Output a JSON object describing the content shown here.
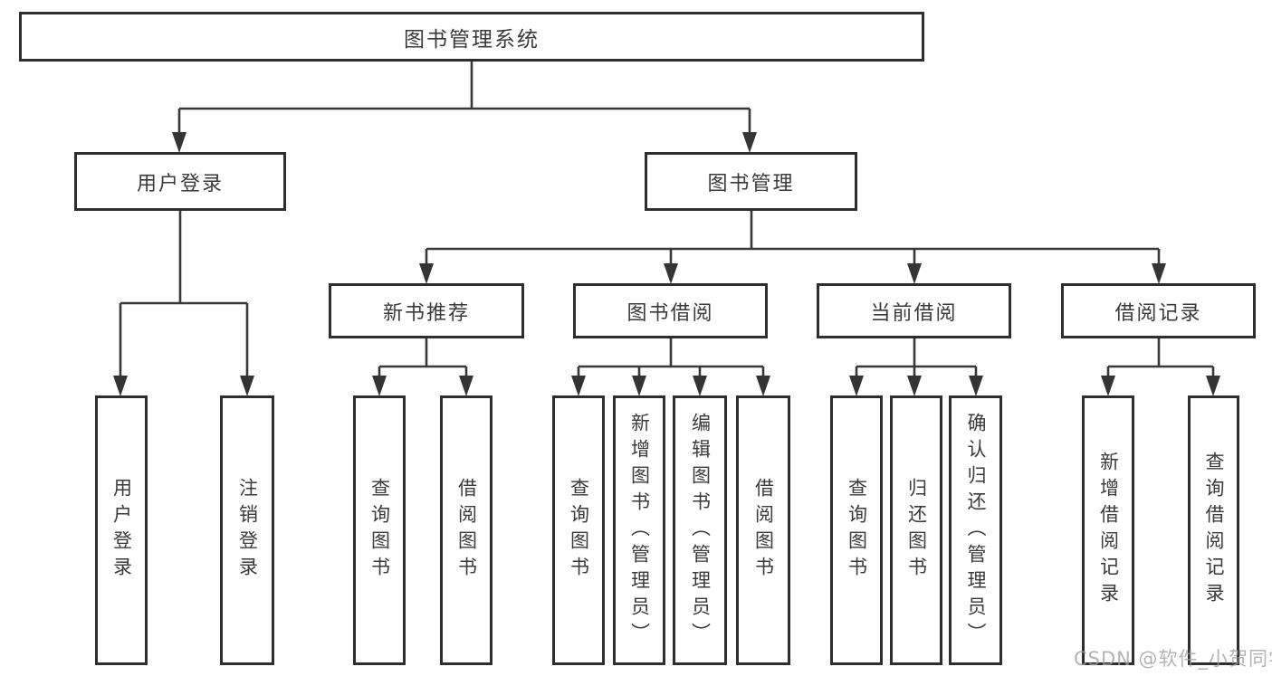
{
  "colors": {
    "line": "#383838",
    "node_border": "#2e2e2e",
    "node_text": "#3a3a3a",
    "background": "#ffffff",
    "watermark": "#9e9e9e"
  },
  "watermark": {
    "text": "CSDN @软件_小贺同学"
  },
  "tree": {
    "root": {
      "label": "图书管理系统"
    },
    "branches": [
      {
        "label": "用户登录",
        "children": [
          {
            "label": "用户登录"
          },
          {
            "label": "注销登录"
          }
        ]
      },
      {
        "label": "图书管理",
        "children": [
          {
            "label": "新书推荐",
            "children": [
              {
                "label": "查询图书"
              },
              {
                "label": "借阅图书"
              }
            ]
          },
          {
            "label": "图书借阅",
            "children": [
              {
                "label": "查询图书"
              },
              {
                "label": "新增图书（管理员）"
              },
              {
                "label": "编辑图书（管理员）"
              },
              {
                "label": "借阅图书"
              }
            ]
          },
          {
            "label": "当前借阅",
            "children": [
              {
                "label": "查询图书"
              },
              {
                "label": "归还图书"
              },
              {
                "label": "确认归还（管理员）"
              }
            ]
          },
          {
            "label": "借阅记录",
            "children": [
              {
                "label": "新增借阅记录"
              },
              {
                "label": "查询借阅记录"
              }
            ]
          }
        ]
      }
    ]
  }
}
